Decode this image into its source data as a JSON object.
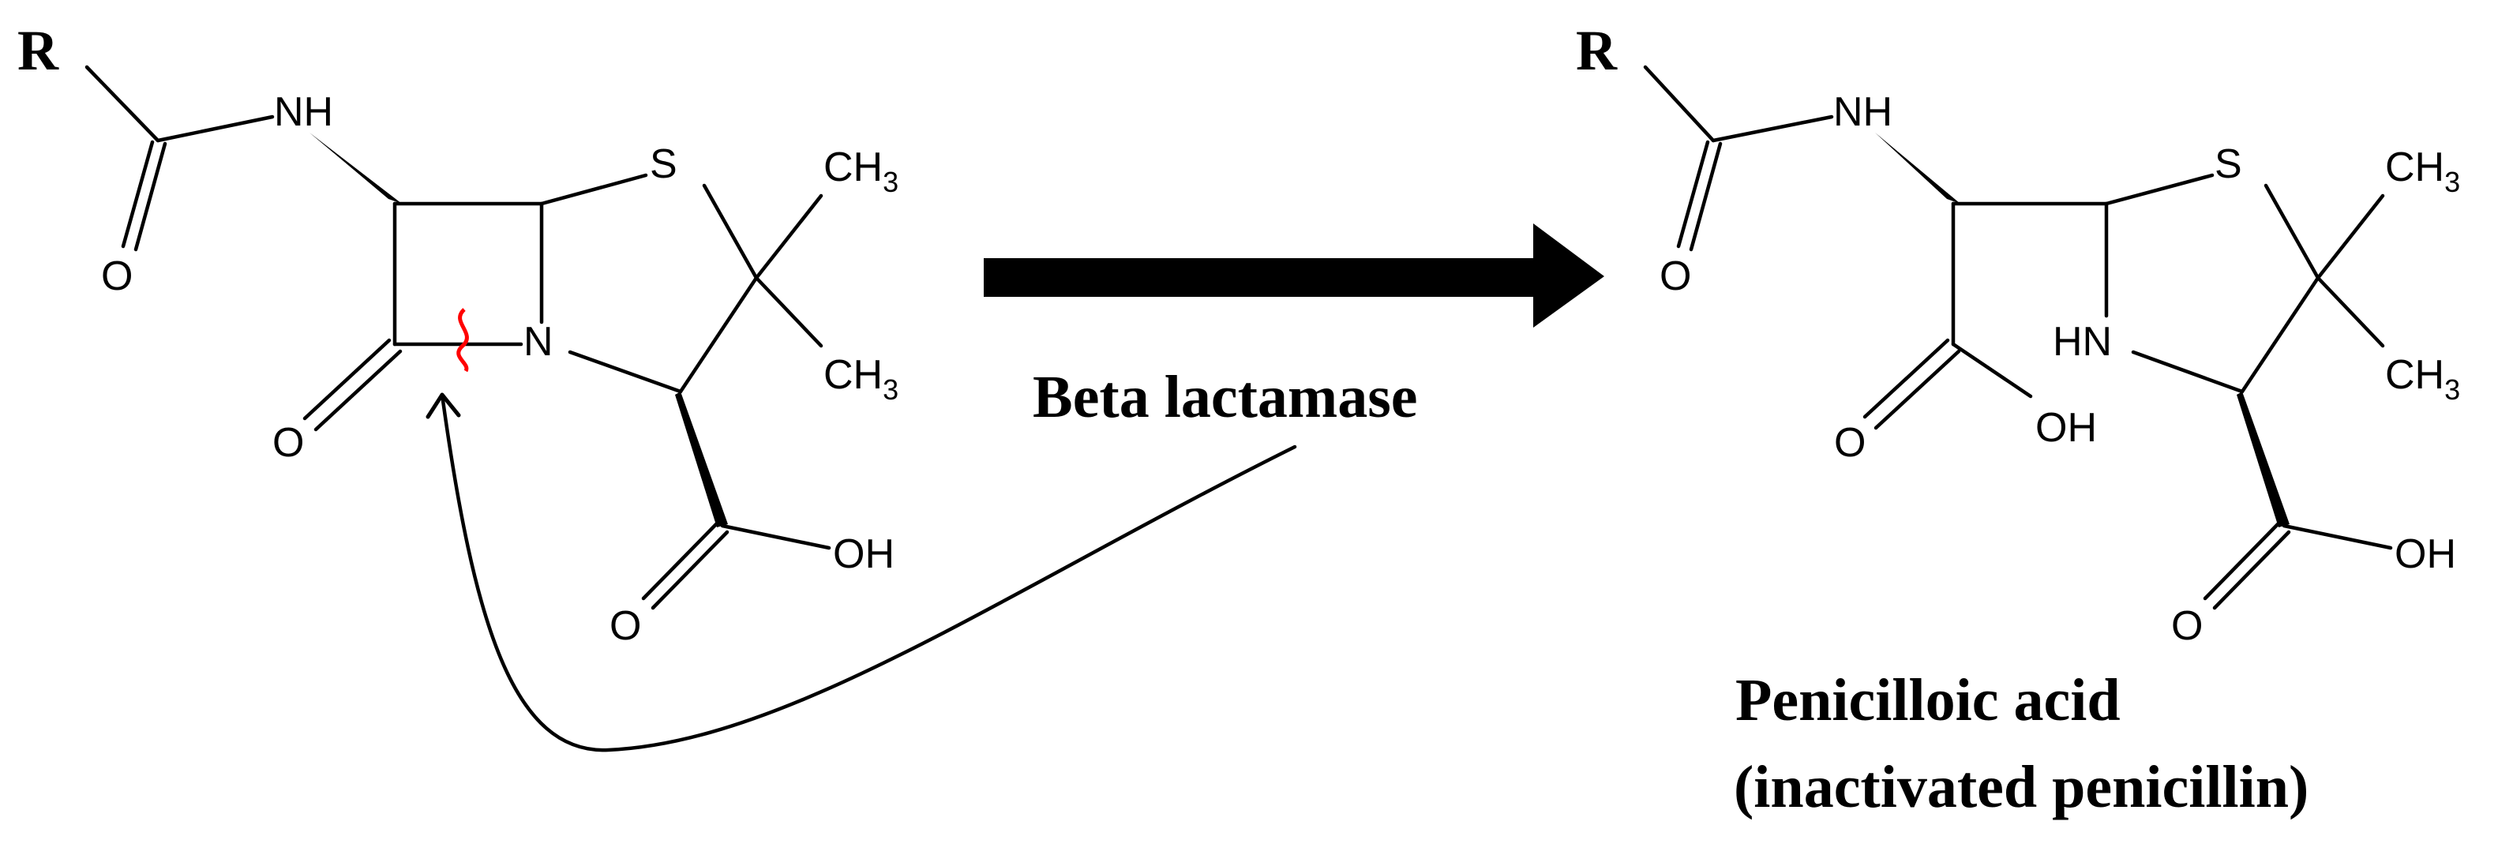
{
  "reaction": {
    "enzyme_label": "Beta lactamase",
    "product_name_line1": "Penicilloic acid",
    "product_name_line2": "(inactivated penicillin)"
  },
  "reactant": {
    "r_group": "R",
    "nh": "NH",
    "o_amide": "O",
    "o_lactam": "O",
    "s": "S",
    "n": "N",
    "ch3_top": "CH",
    "ch3_top_sub": "3",
    "ch3_bottom": "CH",
    "ch3_bottom_sub": "3",
    "o_carboxyl": "O",
    "oh_carboxyl": "OH"
  },
  "product": {
    "r_group": "R",
    "nh": "NH",
    "o_amide": "O",
    "s": "S",
    "hn": "HN",
    "ch3_top": "CH",
    "ch3_top_sub": "3",
    "ch3_bottom": "CH",
    "ch3_bottom_sub": "3",
    "o_acid_left": "O",
    "oh_acid_left": "OH",
    "o_carboxyl": "O",
    "oh_carboxyl": "OH"
  },
  "colors": {
    "ink": "#000000",
    "cleavage_mark": "#ff0000",
    "background": "#ffffff"
  }
}
